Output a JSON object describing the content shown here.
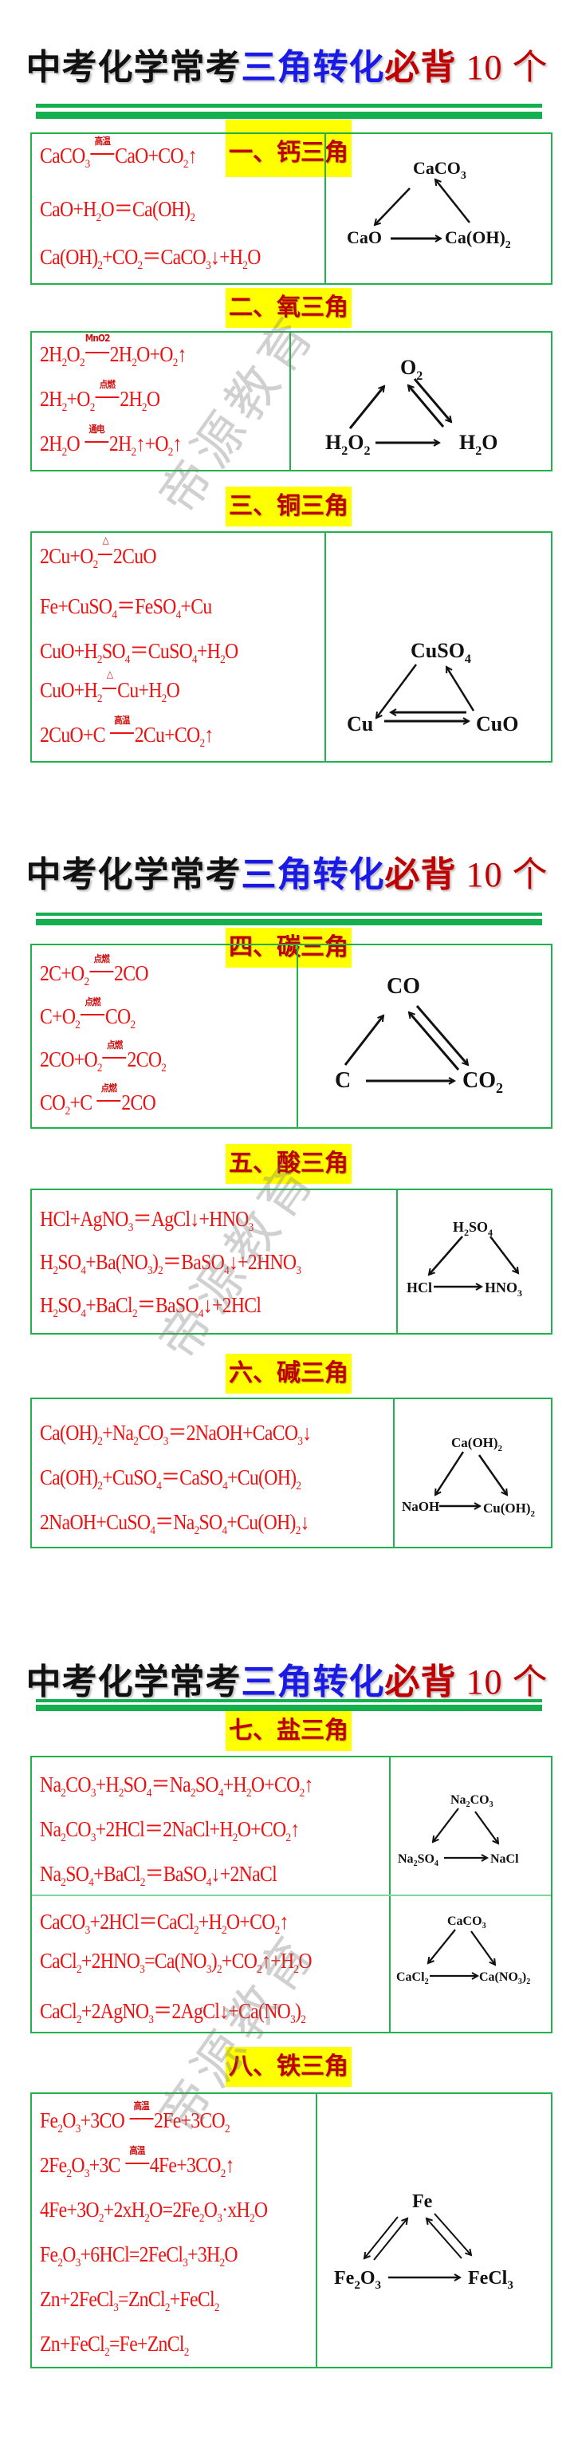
{
  "title": {
    "part_black": "中考化学常考",
    "part_blue": "三角转化",
    "part_red": "必背",
    "part_num": " 10 个",
    "colors": {
      "black": "#111111",
      "blue": "#1a1ae6",
      "red": "#c00000",
      "line": "#14b050"
    }
  },
  "watermark": "帝源教育",
  "sections": [
    {
      "heading": "一、钙三角",
      "equations": [
        {
          "parts": [
            "CaCO",
            "3",
            "",
            "高温",
            "CaO+CO",
            "2",
            "↑"
          ]
        },
        {
          "text": "CaO+H₂O＝Ca(OH)₂"
        },
        {
          "text": "Ca(OH)₂+CO₂＝CaCO₃↓+H₂O"
        }
      ],
      "diagram": {
        "top": "CaCO₃",
        "left": "CaO",
        "right": "Ca(OH)₂",
        "arrows": [
          "CaCO₃→CaO",
          "CaO→Ca(OH)₂",
          "Ca(OH)₂→CaCO₃"
        ]
      }
    },
    {
      "heading": "二、氧三角",
      "equations": [
        {
          "text": "2H₂O₂",
          "cond": "MnO2",
          "rest": "2H₂O+O₂↑"
        },
        {
          "text": "2H₂+O₂",
          "cond": "点燃",
          "rest": "2H₂O"
        },
        {
          "text": "2H₂O",
          "cond": "通电",
          "rest": "2H₂↑+O₂↑"
        }
      ],
      "diagram": {
        "top": "O₂",
        "left": "H₂O₂",
        "right": "H₂O",
        "arrows": [
          "H₂O₂→O₂",
          "O₂⇄H₂O",
          "H₂O₂→H₂O"
        ]
      }
    },
    {
      "heading": "三、铜三角",
      "equations": [
        {
          "text": "2Cu+O₂",
          "cond": "△",
          "rest": "2CuO"
        },
        {
          "text": "Fe+CuSO₄＝FeSO₄+Cu"
        },
        {
          "text": "CuO+H₂SO₄＝CuSO₄+H₂O"
        },
        {
          "text": "CuO+H₂",
          "cond": "△",
          "rest": "Cu+H₂O"
        },
        {
          "text": "2CuO+C",
          "cond": "高温",
          "rest": "2Cu+CO₂↑"
        }
      ],
      "diagram": {
        "top": "CuSO₄",
        "left": "Cu",
        "right": "CuO",
        "arrows": [
          "CuSO₄→Cu",
          "Cu⇄CuO",
          "CuO→CuSO₄"
        ]
      }
    },
    {
      "heading": "四、碳三角",
      "equations": [
        {
          "text": "2C+O₂",
          "cond": "点燃",
          "rest": "2CO"
        },
        {
          "text": "C+O₂",
          "cond": "点燃",
          "rest": "CO₂"
        },
        {
          "text": "2CO+O₂",
          "cond": "点燃",
          "rest": "2CO₂"
        },
        {
          "text": "CO₂+C",
          "cond": "点燃",
          "rest": "2CO"
        }
      ],
      "diagram": {
        "top": "CO",
        "left": "C",
        "right": "CO₂",
        "arrows": [
          "C→CO",
          "CO⇄CO₂",
          "C→CO₂"
        ]
      }
    },
    {
      "heading": "五、酸三角",
      "equations": [
        {
          "text": "HCl+AgNO₃＝AgCl↓+HNO₃"
        },
        {
          "text": "H₂SO₄+Ba(NO₃)₂＝BaSO₄↓+2HNO₃"
        },
        {
          "text": "H₂SO₄+BaCl₂＝BaSO₄↓+2HCl"
        }
      ],
      "diagram": {
        "top": "H₂SO₄",
        "left": "HCl",
        "right": "HNO₃",
        "arrows": [
          "H₂SO₄→HCl",
          "H₂SO₄→HNO₃",
          "HCl→HNO₃"
        ]
      }
    },
    {
      "heading": "六、碱三角",
      "equations": [
        {
          "text": "Ca(OH)₂+Na₂CO₃＝2NaOH+CaCO₃↓"
        },
        {
          "text": "Ca(OH)₂+CuSO₄＝CaSO₄+Cu(OH)₂"
        },
        {
          "text": "2NaOH+CuSO₄＝Na₂SO₄+Cu(OH)₂↓"
        }
      ],
      "diagram": {
        "top": "Ca(OH)₂",
        "left": "NaOH",
        "right": "Cu(OH)₂",
        "arrows": [
          "Ca(OH)₂→NaOH",
          "Ca(OH)₂→Cu(OH)₂",
          "NaOH→Cu(OH)₂"
        ]
      }
    },
    {
      "heading": "七、盐三角",
      "groups": [
        {
          "equations": [
            {
              "text": "Na₂CO₃+H₂SO₄＝Na₂SO₄+H₂O+CO₂↑"
            },
            {
              "text": "Na₂CO₃+2HCl＝2NaCl+H₂O+CO₂↑"
            },
            {
              "text": "Na₂SO₄+BaCl₂＝BaSO₄↓+2NaCl"
            }
          ],
          "diagram": {
            "top": "Na₂CO₃",
            "left": "Na₂SO₄",
            "right": "NaCl",
            "arrows": [
              "Na₂CO₃→Na₂SO₄",
              "Na₂CO₃→NaCl",
              "Na₂SO₄→NaCl"
            ]
          }
        },
        {
          "equations": [
            {
              "text": "CaCO₃+2HCl＝CaCl₂+H₂O+CO₂↑"
            },
            {
              "text": "CaCl₂+2HNO₃=Ca(NO₃)₂+CO₂↑+H₂O"
            },
            {
              "text": "CaCl₂+2AgNO₃＝2AgCl↓+Ca(NO₃)₂"
            }
          ],
          "diagram": {
            "top": "CaCO₃",
            "left": "CaCl₂",
            "right": "Ca(NO₃)₂",
            "arrows": [
              "CaCO₃→CaCl₂",
              "CaCO₃→Ca(NO₃)₂",
              "CaCl₂→Ca(NO₃)₂"
            ]
          }
        }
      ]
    },
    {
      "heading": "八、铁三角",
      "equations": [
        {
          "text": "Fe₂O₃+3CO",
          "cond": "高温",
          "rest": "2Fe+3CO₂"
        },
        {
          "text": "2Fe₂O₃+3C",
          "cond": "高温",
          "rest": "4Fe+3CO₂↑"
        },
        {
          "text": "4Fe+3O₂+2xH₂O=2Fe₂O₃·xH₂O"
        },
        {
          "text": "Fe₂O₃+6HCl=2FeCl₃+3H₂O"
        },
        {
          "text": "Zn+2FeCl₃=ZnCl₂+FeCl₂"
        },
        {
          "text": "Zn+FeCl₂=Fe+ZnCl₂"
        }
      ],
      "diagram": {
        "top": "Fe",
        "left": "Fe₂O₃",
        "right": "FeCl₃",
        "arrows": [
          "Fe⇄Fe₂O₃",
          "Fe⇄FeCl₃",
          "Fe₂O₃→FeCl₃"
        ]
      }
    }
  ],
  "colors": {
    "equation": "#ee1111",
    "heading_bg": "#ffff00",
    "heading_text": "#c00000",
    "border": "#22b24c"
  }
}
